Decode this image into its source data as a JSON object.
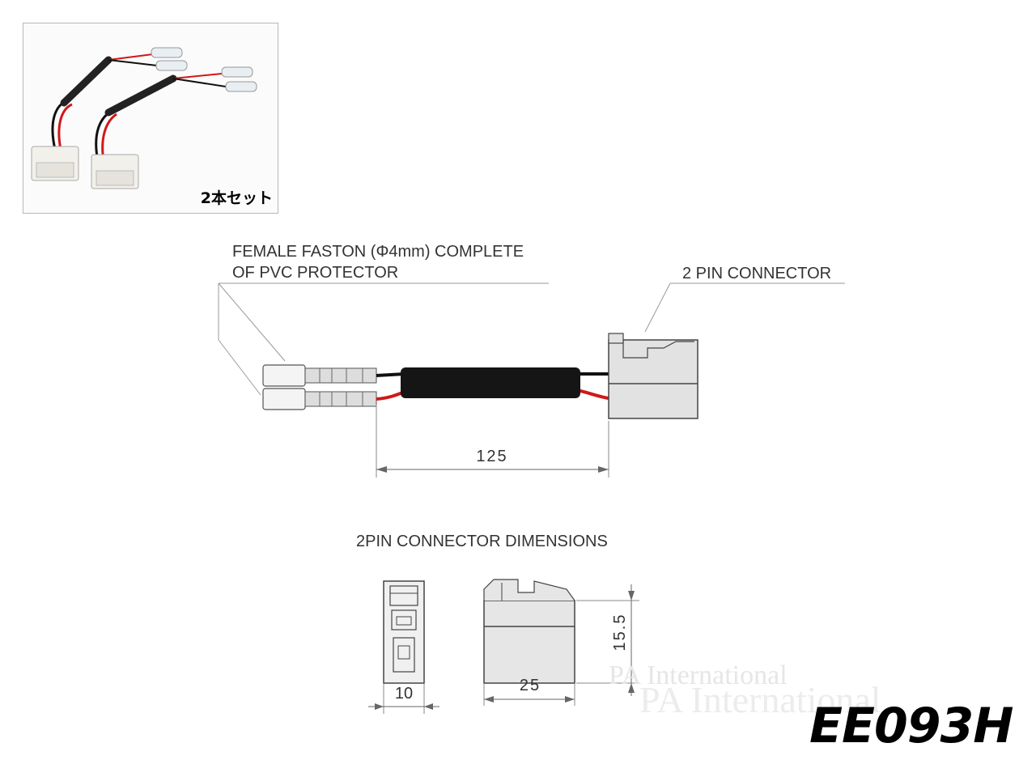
{
  "photo": {
    "set_label": "2本セット"
  },
  "diagram": {
    "faston_label_line1": "FEMALE FASTON (Φ4mm) COMPLETE",
    "faston_label_line2": "OF PVC PROTECTOR",
    "connector_label": "2 PIN CONNECTOR",
    "length_dim": "125"
  },
  "dimensions_section": {
    "title": "2PIN CONNECTOR  DIMENSIONS",
    "width_dim": "10",
    "length_dim": "25",
    "height_dim": "15.5"
  },
  "watermark": {
    "line1": "PA International",
    "line2": "PA International"
  },
  "product_code": "EE093H",
  "colors": {
    "wire_black": "#111111",
    "wire_red": "#d01818",
    "connector_fill": "#e2e2e2",
    "line": "#444444"
  }
}
